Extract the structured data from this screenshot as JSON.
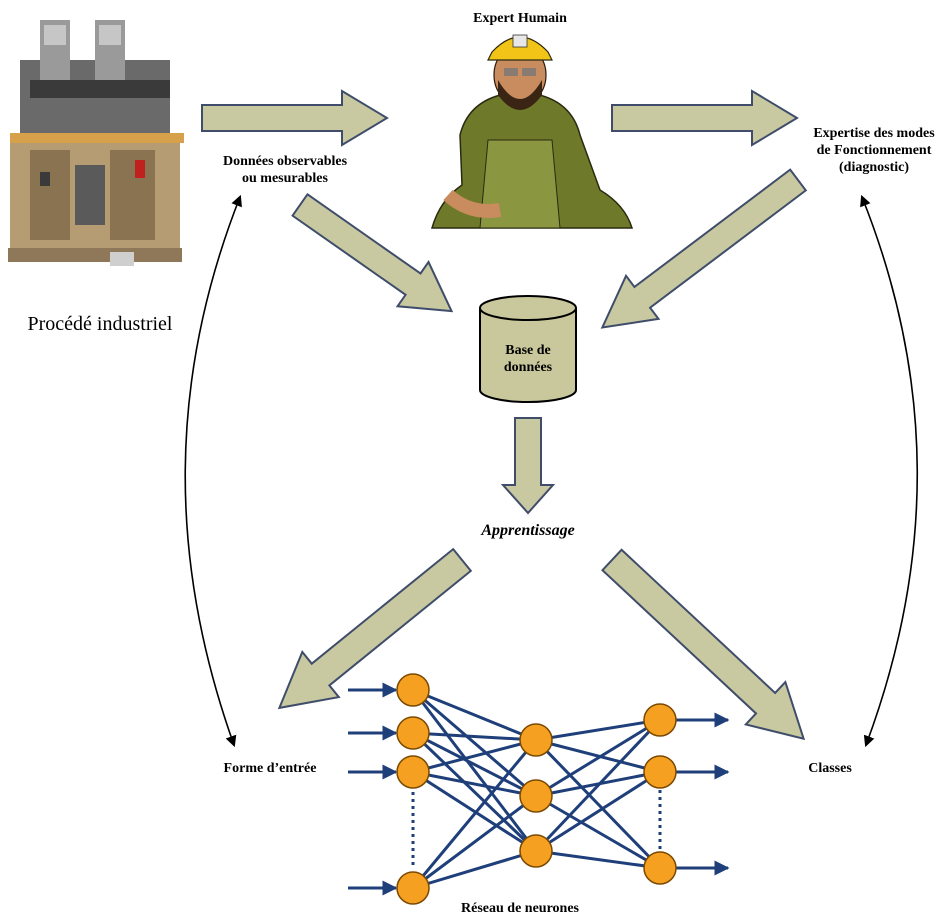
{
  "labels": {
    "expert": "Expert Humain",
    "data_obs_line1": "Données observables",
    "data_obs_line2": "ou mesurables",
    "expertise_line1": "Expertise des modes",
    "expertise_line2": "de Fonctionnement",
    "expertise_line3": "(diagnostic)",
    "process": "Procédé industriel",
    "database_line1": "Base de",
    "database_line2": "données",
    "learning": "Apprentissage",
    "input_form": "Forme d’entrée",
    "classes": "Classes",
    "network": "Réseau de neurones"
  },
  "colors": {
    "arrow_fill": "#c8c9a0",
    "arrow_stroke": "#3f4d6b",
    "database_fill": "#c8c89c",
    "neuron_fill": "#f5a020",
    "connection": "#1f3f7a"
  },
  "network": {
    "layers": [
      4,
      3,
      3
    ],
    "input_arrows": 4,
    "output_arrows": 3
  }
}
